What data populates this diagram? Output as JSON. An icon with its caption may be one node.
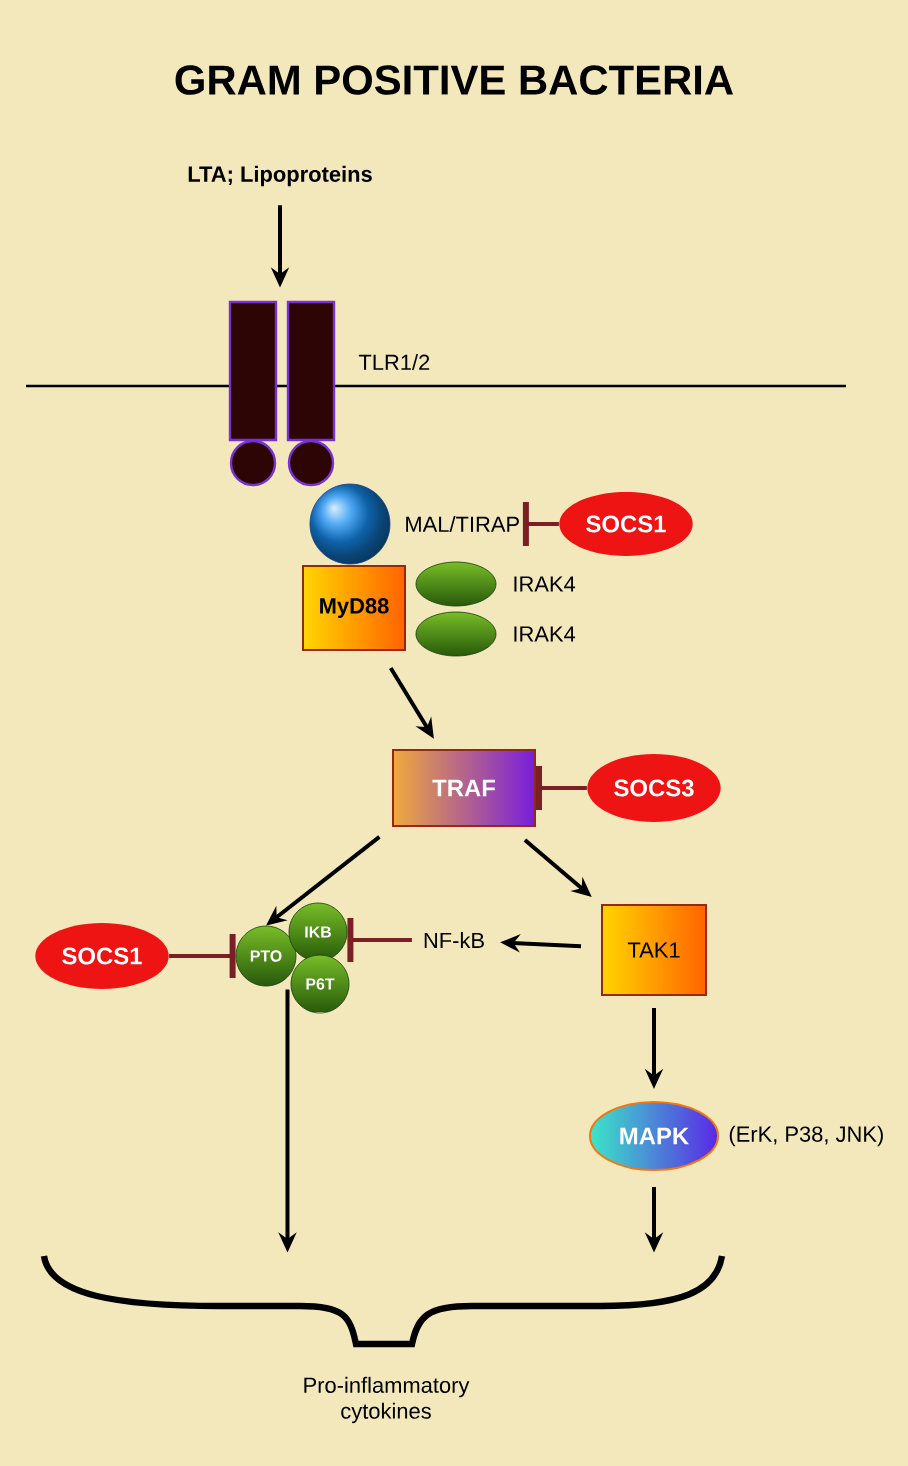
{
  "diagram": {
    "title": "GRAM POSITIVE BACTERIA",
    "nodes": [
      {
        "text": [
          "LTA; Lipoproteins"
        ]
      },
      {
        "text": [],
        "shape": "bar",
        "beside": [
          "TLR1/2"
        ]
      },
      {
        "text": [],
        "shape": "circle",
        "beside": [
          "MAL/TIRAP"
        ]
      },
      {
        "text": [
          "SOCS1"
        ]
      },
      {
        "text": [
          "MyD88"
        ]
      },
      {
        "text": [],
        "shape": "ellipse",
        "beside": [
          "IRAK4"
        ]
      },
      {
        "text": [],
        "shape": "ellipse",
        "beside": [
          "IRAK4"
        ]
      },
      {
        "text": [
          "TRAF"
        ]
      },
      {
        "text": [
          "SOCS3"
        ]
      },
      {
        "text": [
          "SOCS1"
        ]
      },
      {
        "text": [
          "PTO"
        ]
      },
      {
        "text": [
          "IKB"
        ]
      },
      {
        "text": [
          "P6T"
        ]
      },
      {
        "text": [
          "NF-kB"
        ]
      },
      {
        "text": [
          "TAK1"
        ]
      },
      {
        "text": [
          "MAPK"
        ],
        "beside": [
          "(ErK, P38, JNK)"
        ]
      },
      {
        "text": [],
        "shape": "brace"
      }
    ],
    "edges": [
      {
        "from": 0,
        "to": 1,
        "arrow": "to"
      },
      {
        "from": 3,
        "to": 2,
        "arrow": "other",
        "color": "#7a1f24"
      },
      {
        "from": 4,
        "to": 7,
        "arrow": "to"
      },
      {
        "from": 8,
        "to": 7,
        "arrow": "other",
        "color": "#7a1f24"
      },
      {
        "from": 7,
        "to": 10,
        "arrow": "to"
      },
      {
        "from": 7,
        "to": 14,
        "arrow": "to"
      },
      {
        "from": 9,
        "to": 10,
        "arrow": "other",
        "color": "#7a1f24"
      },
      {
        "from": 14,
        "to": 13,
        "arrow": "to"
      },
      {
        "from": 13,
        "to": 11,
        "arrow": "other",
        "color": "#7a1f24"
      },
      {
        "from": 14,
        "to": 15,
        "arrow": "to"
      },
      {
        "from": 10,
        "to": 16,
        "arrow": "to"
      },
      {
        "from": 15,
        "to": 16,
        "arrow": "to"
      }
    ],
    "labels": [
      "Pro-inflammatory cytokines"
    ]
  }
}
